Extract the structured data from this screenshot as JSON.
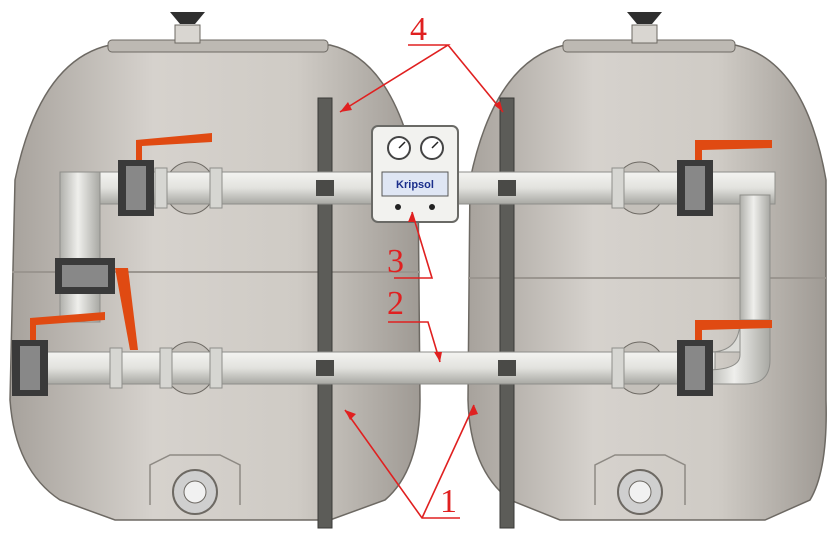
{
  "diagram": {
    "callouts": [
      {
        "id": "1",
        "text": "1"
      },
      {
        "id": "2",
        "text": "2"
      },
      {
        "id": "3",
        "text": "3"
      },
      {
        "id": "4",
        "text": "4"
      }
    ],
    "panel_brand": "Kripsol",
    "colors": {
      "tank": "#cfcbc6",
      "tank_shade": "#a9a49e",
      "pipe": "#e6e6e2",
      "pipe_edge": "#8e8e8a",
      "valve_handle": "#e04a12",
      "callout": "#e02020",
      "post": "#5c5c58"
    }
  }
}
